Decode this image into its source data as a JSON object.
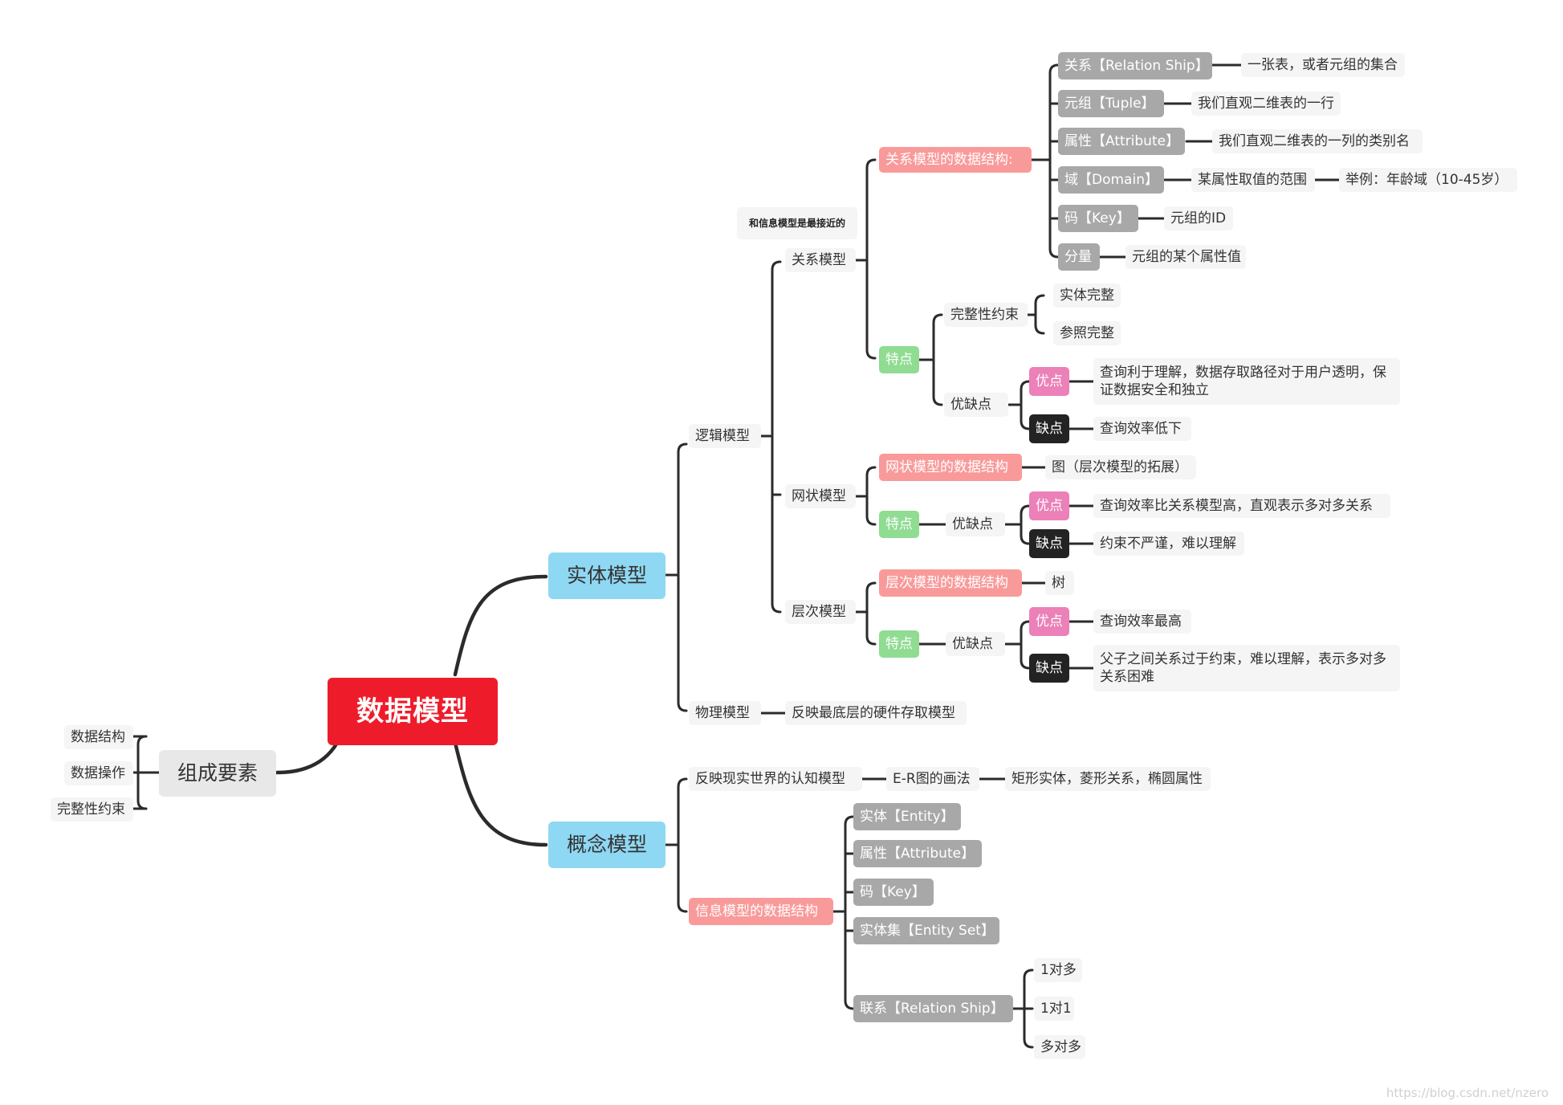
{
  "root": "数据模型",
  "left": {
    "label": "组成要素",
    "items": [
      "数据结构",
      "数据操作",
      "完整性约束"
    ]
  },
  "entity_model": {
    "label": "实体模型",
    "logical": {
      "label": "逻辑模型",
      "relational": {
        "label": "关系模型",
        "note": "和信息模型是最接近的",
        "structure": {
          "label": "关系模型的数据结构:",
          "items": [
            {
              "term": "关系【Relation Ship】",
              "desc": "一张表，或者元组的集合"
            },
            {
              "term": "元组【Tuple】",
              "desc": "我们直观二维表的一行"
            },
            {
              "term": "属性【Attribute】",
              "desc": "我们直观二维表的一列的类别名"
            },
            {
              "term": "域【Domain】",
              "desc": "某属性取值的范围",
              "extra": "举例：年龄域（10-45岁）"
            },
            {
              "term": "码【Key】",
              "desc": "元组的ID"
            },
            {
              "term": "分量",
              "desc": "元组的某个属性值"
            }
          ]
        },
        "features": {
          "label": "特点",
          "integrity": {
            "label": "完整性约束",
            "items": [
              "实体完整",
              "参照完整"
            ]
          },
          "proscons": {
            "label": "优缺点",
            "pro_label": "优点",
            "pro": "查询利于理解，数据存取路径对于用户透明，保证数据安全和独立",
            "con_label": "缺点",
            "con": "查询效率低下"
          }
        }
      },
      "network": {
        "label": "网状模型",
        "structure": {
          "label": "网状模型的数据结构",
          "desc": "图（层次模型的拓展）"
        },
        "features": {
          "label": "特点",
          "proscons": {
            "label": "优缺点",
            "pro_label": "优点",
            "pro": "查询效率比关系模型高，直观表示多对多关系",
            "con_label": "缺点",
            "con": "约束不严谨，难以理解"
          }
        }
      },
      "hierarchical": {
        "label": "层次模型",
        "structure": {
          "label": "层次模型的数据结构",
          "desc": "树"
        },
        "features": {
          "label": "特点",
          "proscons": {
            "label": "优缺点",
            "pro_label": "优点",
            "pro": "查询效率最高",
            "con_label": "缺点",
            "con": "父子之间关系过于约束，难以理解，表示多对多关系困难"
          }
        }
      }
    },
    "physical": {
      "label": "物理模型",
      "desc": "反映最底层的硬件存取模型"
    }
  },
  "concept_model": {
    "label": "概念模型",
    "cognitive": {
      "label": "反映现实世界的认知模型",
      "er": "E-R图的画法",
      "er_desc": "矩形实体，菱形关系，椭圆属性"
    },
    "info_structure": {
      "label": "信息模型的数据结构",
      "items": [
        "实体【Entity】",
        "属性【Attribute】",
        "码【Key】",
        "实体集【Entity Set】"
      ],
      "relation": {
        "label": "联系【Relation Ship】",
        "items": [
          "1对多",
          "1对1",
          "多对多"
        ]
      }
    }
  },
  "watermark": "https://blog.csdn.net/nzero"
}
